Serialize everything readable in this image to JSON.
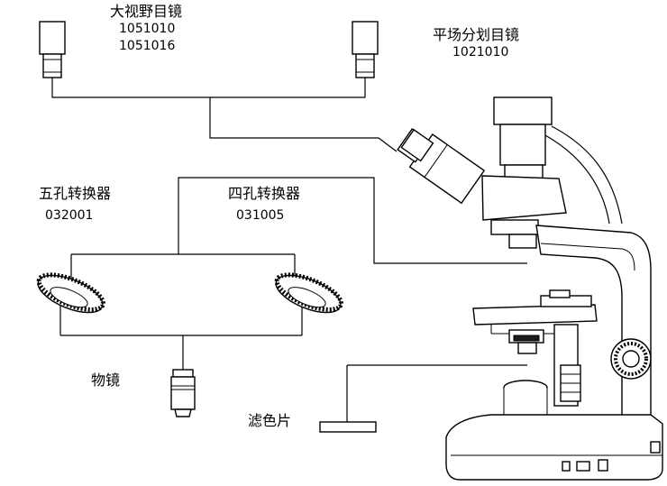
{
  "labels": {
    "wide_eyepiece": {
      "title": "大视野目镜",
      "code1": "1051010",
      "code2": "1051016"
    },
    "flat_field_eyepiece": {
      "title": "平场分划目镜",
      "code": "1021010"
    },
    "five_hole_nosepiece": {
      "title": "五孔转换器",
      "code": "032001"
    },
    "four_hole_nosepiece": {
      "title": "四孔转换器",
      "code": "031005"
    },
    "objective": {
      "title": "物镜"
    },
    "filter": {
      "title": "滤色片"
    }
  }
}
